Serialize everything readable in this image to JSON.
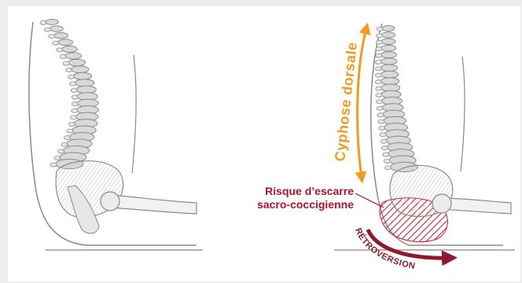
{
  "labels": {
    "cyphose": "Cyphose dorsale",
    "risque_line1": "Risque d’escarre",
    "risque_line2": "sacro-coccigienne",
    "retroversion": "RÉTROVERSION"
  },
  "colors": {
    "orange": "#f39a1a",
    "red": "#b0122a",
    "dark_red": "#8e1a2c",
    "bone": "#c9c9c9",
    "outline": "#8a8a8a"
  }
}
